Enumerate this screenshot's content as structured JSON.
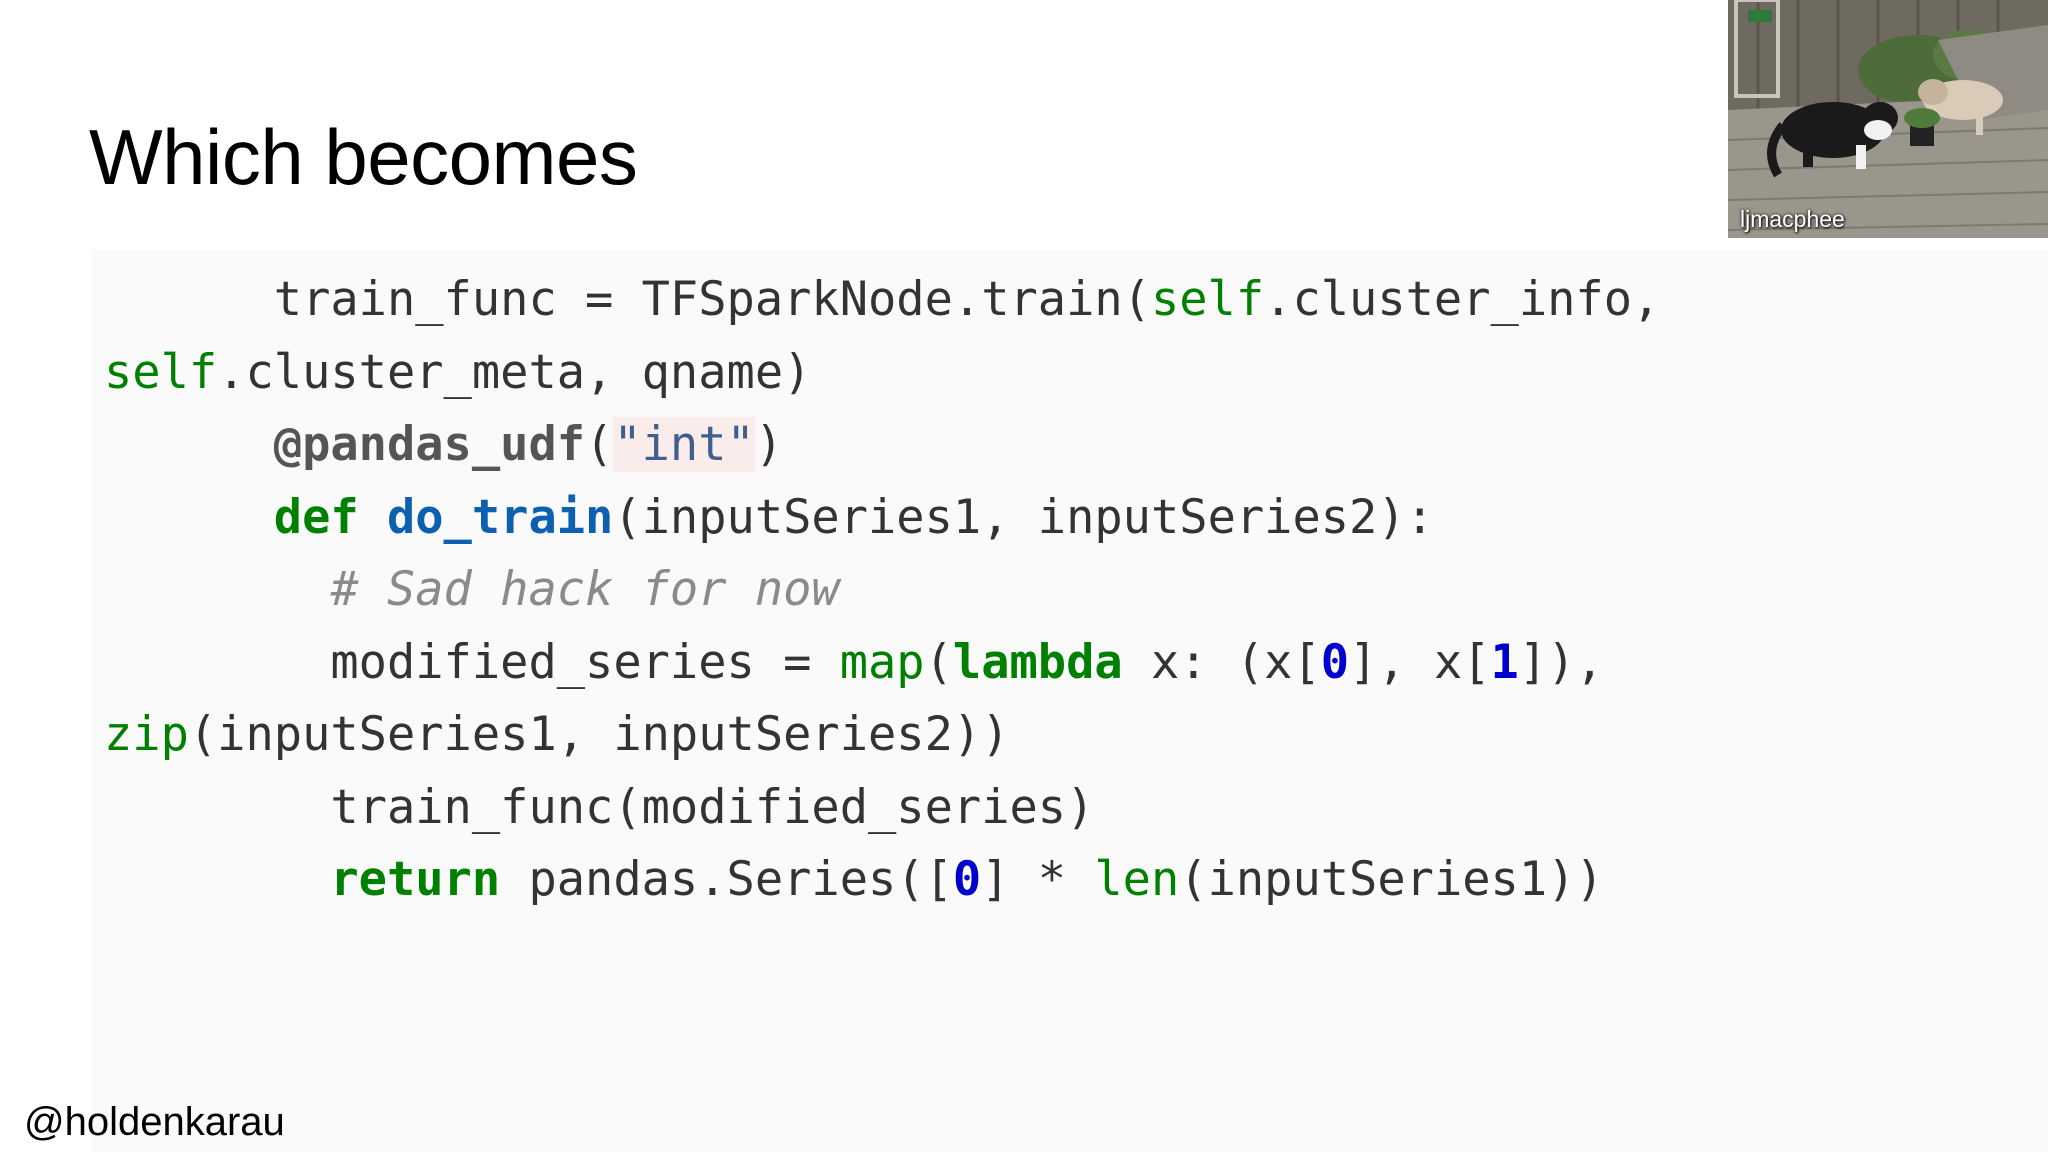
{
  "slide": {
    "title": "Which becomes",
    "handle": "@holdenkarau"
  },
  "webcam": {
    "participant_name": "ljmacphee"
  },
  "code": {
    "language": "python",
    "lines": [
      [
        {
          "t": "      train_func = TFSparkNode.train(",
          "c": "plain"
        },
        {
          "t": "self",
          "c": "bi"
        },
        {
          "t": ".cluster_info,",
          "c": "plain"
        }
      ],
      [
        {
          "t": "self",
          "c": "bi"
        },
        {
          "t": ".cluster_meta, qname)",
          "c": "plain"
        }
      ],
      [
        {
          "t": "      ",
          "c": "plain"
        },
        {
          "t": "@pandas_udf",
          "c": "dec"
        },
        {
          "t": "(",
          "c": "plain"
        },
        {
          "t": "\"int\"",
          "c": "str"
        },
        {
          "t": ")",
          "c": "plain"
        }
      ],
      [
        {
          "t": "      ",
          "c": "plain"
        },
        {
          "t": "def",
          "c": "kw"
        },
        {
          "t": " ",
          "c": "plain"
        },
        {
          "t": "do_train",
          "c": "fn"
        },
        {
          "t": "(inputSeries1, inputSeries2):",
          "c": "plain"
        }
      ],
      [
        {
          "t": "        ",
          "c": "plain"
        },
        {
          "t": "# Sad hack for now",
          "c": "cm"
        }
      ],
      [
        {
          "t": "        modified_series = ",
          "c": "plain"
        },
        {
          "t": "map",
          "c": "bi"
        },
        {
          "t": "(",
          "c": "plain"
        },
        {
          "t": "lambda",
          "c": "kw"
        },
        {
          "t": " x: (x[",
          "c": "plain"
        },
        {
          "t": "0",
          "c": "num"
        },
        {
          "t": "], x[",
          "c": "plain"
        },
        {
          "t": "1",
          "c": "num"
        },
        {
          "t": "]),",
          "c": "plain"
        }
      ],
      [
        {
          "t": "zip",
          "c": "bi"
        },
        {
          "t": "(inputSeries1, inputSeries2))",
          "c": "plain"
        }
      ],
      [
        {
          "t": "        train_func(modified_series)",
          "c": "plain"
        }
      ],
      [
        {
          "t": "        ",
          "c": "plain"
        },
        {
          "t": "return",
          "c": "kw"
        },
        {
          "t": " pandas.Series([",
          "c": "plain"
        },
        {
          "t": "0",
          "c": "num"
        },
        {
          "t": "] * ",
          "c": "plain"
        },
        {
          "t": "len",
          "c": "bi"
        },
        {
          "t": "(inputSeries1))",
          "c": "plain"
        }
      ]
    ]
  }
}
